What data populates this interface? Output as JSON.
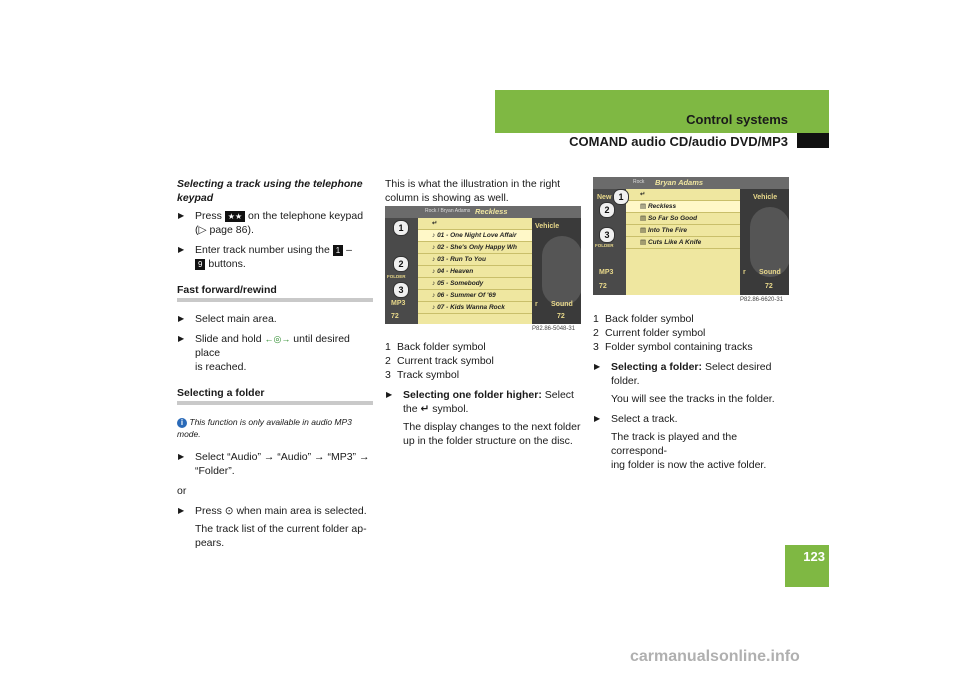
{
  "header": {
    "title": "Control systems",
    "subtitle": "COMAND audio CD/audio DVD/MP3",
    "page": "123"
  },
  "col1": {
    "heading1": "Selecting a track using the telephone keypad",
    "b1_pre": "Press",
    "b1_key": "★★",
    "b1_post": "on the telephone keypad",
    "b1_line2": "(▷ page 86).",
    "b2_pre": "Enter track number using the",
    "b2_key1": "1",
    "b2_dash": "–",
    "b2_key2": "9",
    "b2_post": "buttons.",
    "sec1": "Fast forward/rewind",
    "b3": "Select main area.",
    "b4_pre": "Slide and hold",
    "b4_sym": "←◎→",
    "b4_post": "until desired place",
    "b4_line2": "is reached.",
    "sec2": "Selecting a folder",
    "info": "This function is only available in audio MP3 mode.",
    "b5_line1": "Select “Audio” → “Audio” → “MP3” →",
    "b5_line2": "“Folder”.",
    "or": "or",
    "b6": "Press ⊙ when main area is selected.",
    "p1_line1": "The track list of the current folder ap-",
    "p1_line2": "pears."
  },
  "col2": {
    "intro1": "This is what the illustration in the right",
    "intro2": "column is showing as well.",
    "screen": {
      "header_small": "Rock / Bryan Adams",
      "header_title": "Reckless",
      "tracks": [
        "01 - One Night Love Affair",
        "02 - She's Only Happy Wh",
        "03 - Run To You",
        "04 - Heaven",
        "05 - Somebody",
        "06 - Summer Of '69",
        "07 - Kids Wanna Rock"
      ],
      "vehicle": "Vehicle",
      "sound": "Sound",
      "mp3": "MP3",
      "folder": "FOLDER",
      "temp_l": "72",
      "temp_r": "72",
      "r": "r",
      "caption": "P82.86-5048-31"
    },
    "legend": [
      {
        "n": "1",
        "t": "Back folder symbol"
      },
      {
        "n": "2",
        "t": "Current track symbol"
      },
      {
        "n": "3",
        "t": "Track symbol"
      }
    ],
    "b1_bold": "Selecting one folder higher:",
    "b1_rest": "Select",
    "b1_line2_pre": "the",
    "b1_line2_post": "symbol.",
    "p1_line1": "The display changes to the next folder",
    "p1_line2": "up in the folder structure on the disc."
  },
  "col3": {
    "screen": {
      "header_small": "Rock",
      "header_title": "Bryan Adams",
      "folders": [
        "Reckless",
        "So Far So Good",
        "Into The Fire",
        "Cuts Like A Knife"
      ],
      "new": "New",
      "vehicle": "Vehicle",
      "sound": "Sound",
      "mp3": "MP3",
      "folder": "FOLDER",
      "temp_l": "72",
      "temp_r": "72",
      "r": "r",
      "caption": "P82.86-6620-31"
    },
    "legend": [
      {
        "n": "1",
        "t": "Back folder symbol"
      },
      {
        "n": "2",
        "t": "Current folder symbol"
      },
      {
        "n": "3",
        "t": "Folder symbol containing tracks"
      }
    ],
    "b1_bold": "Selecting a folder:",
    "b1_rest": "Select desired",
    "b1_line2": "folder.",
    "p1": "You will see the tracks in the folder.",
    "b2": "Select a track.",
    "p2_line1": "The track is played and the correspond-",
    "p2_line2": "ing folder is now the active folder."
  },
  "watermark": "carmanualsonline.info"
}
